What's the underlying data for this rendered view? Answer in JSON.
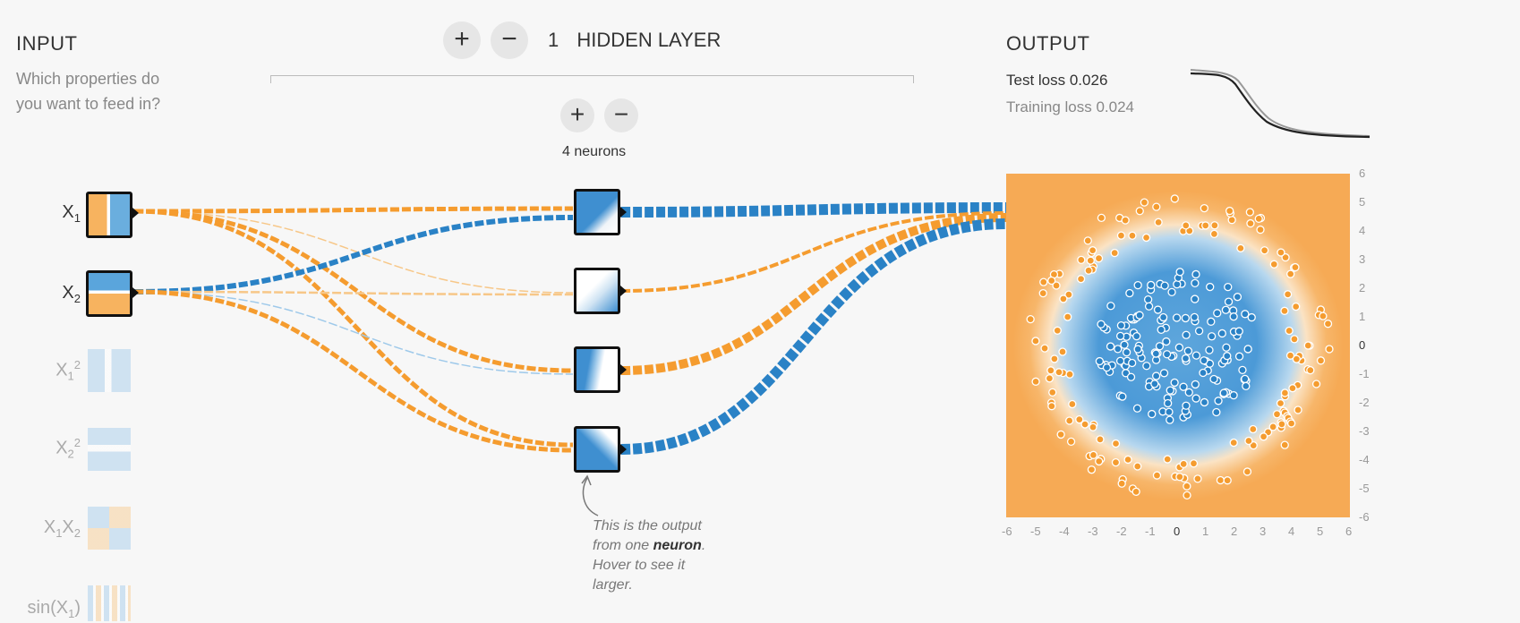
{
  "input": {
    "title": "INPUT",
    "subtitle_line1": "Which properties do",
    "subtitle_line2": "you want to feed in?",
    "features": [
      {
        "label": "X",
        "sub": "1",
        "sup": "",
        "active": true
      },
      {
        "label": "X",
        "sub": "2",
        "sup": "",
        "active": true
      },
      {
        "label": "X",
        "sub": "1",
        "sup": "2",
        "active": false
      },
      {
        "label": "X",
        "sub": "2",
        "sup": "2",
        "active": false
      },
      {
        "label": "X",
        "sub": "1",
        "sup": "",
        "tail": "X",
        "tail_sub": "2",
        "active": false
      },
      {
        "label": "sin(X",
        "sub": "1",
        "sup": "",
        "close": ")",
        "active": false
      }
    ]
  },
  "hidden": {
    "add_label": "+",
    "remove_label": "−",
    "count": "1",
    "title": "HIDDEN LAYER",
    "neuron_add_label": "+",
    "neuron_remove_label": "−",
    "neurons_label": "4 neurons"
  },
  "note": {
    "line1": "This is the output",
    "line2_pre": "from one ",
    "line2_bold": "neuron",
    "line2_post": ".",
    "line3": "Hover to see it",
    "line4": "larger."
  },
  "output": {
    "title": "OUTPUT",
    "test_loss_label": "Test loss 0.026",
    "training_loss_label": "Training loss 0.024",
    "x_ticks": [
      "-6",
      "-5",
      "-4",
      "-3",
      "-2",
      "-1",
      "0",
      "1",
      "2",
      "3",
      "4",
      "5",
      "6"
    ],
    "y_ticks": [
      "6",
      "5",
      "4",
      "3",
      "2",
      "1",
      "0",
      "-1",
      "-2",
      "-3",
      "-4",
      "-5",
      "-6"
    ]
  },
  "colors": {
    "orange": "#f59c2f",
    "blue": "#2a82c6",
    "light_orange": "#f7c788",
    "light_blue": "#9ec9ea"
  }
}
